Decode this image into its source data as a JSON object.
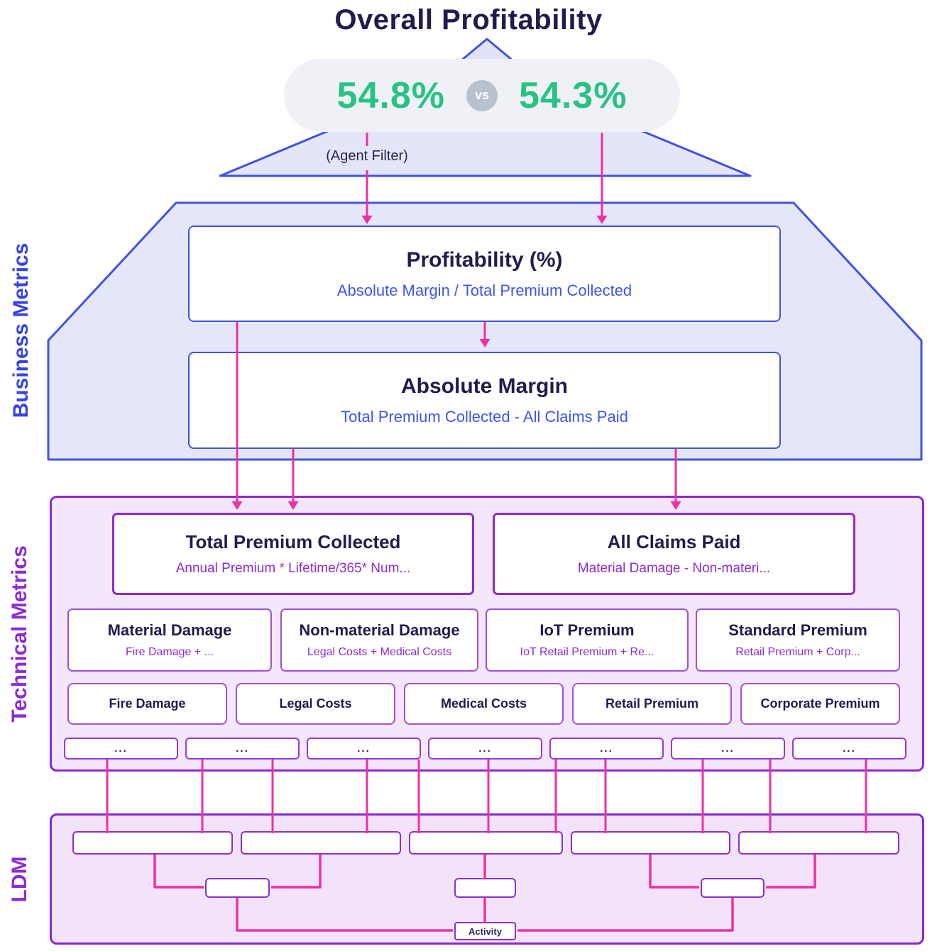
{
  "title": "Overall Profitability",
  "comparison": {
    "current_value": "54.8%",
    "vs_label": "vs",
    "previous_value": "54.3%",
    "filter_label": "(Agent Filter)"
  },
  "sections": {
    "business": {
      "label": "Business Metrics",
      "nodes": [
        {
          "title": "Profitability (%)",
          "subtitle": "Absolute Margin / Total Premium Collected"
        },
        {
          "title": "Absolute Margin",
          "subtitle": "Total Premium Collected - All Claims Paid"
        }
      ]
    },
    "technical": {
      "label": "Technical Metrics",
      "level1": [
        {
          "title": "Total Premium Collected",
          "subtitle": "Annual Premium * Lifetime/365* Num..."
        },
        {
          "title": "All Claims Paid",
          "subtitle": "Material Damage - Non-materi..."
        }
      ],
      "level2": [
        {
          "title": "Material Damage",
          "subtitle": "Fire Damage + ..."
        },
        {
          "title": "Non-material Damage",
          "subtitle": "Legal Costs + Medical Costs"
        },
        {
          "title": "IoT Premium",
          "subtitle": "IoT Retail Premium + Re..."
        },
        {
          "title": "Standard Premium",
          "subtitle": "Retail Premium + Corp..."
        }
      ],
      "level3": [
        "Fire Damage",
        "Legal Costs",
        "Medical Costs",
        "Retail Premium",
        "Corporate Premium"
      ],
      "level4": [
        "...",
        "...",
        "...",
        "...",
        "...",
        "...",
        "..."
      ]
    },
    "ldm": {
      "label": "LDM",
      "activity_label": "Activity"
    }
  },
  "colors": {
    "accent_pink": "#ef2fa4",
    "blue_stroke": "#4053e0",
    "purple_stroke": "#9128cd",
    "green_value": "#27c384",
    "navy_text": "#221b4e",
    "vs_gray": "#b8c1ce",
    "business_fill": "#e4e6f9",
    "technical_fill": "#f5e7fb",
    "ldm_fill": "#f3e3fa"
  }
}
